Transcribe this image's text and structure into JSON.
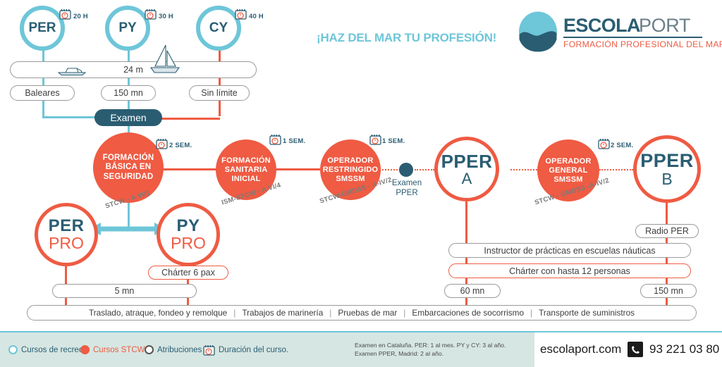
{
  "header": {
    "slogan": "¡HAZ DEL MAR TU PROFESIÓN!",
    "brand_main": "ESCOLA",
    "brand_secondary": "PORT",
    "brand_tagline": "FORMACIÓN PROFESIONAL DEL MAR",
    "logo_icon": "wave-circle-logo"
  },
  "colors": {
    "blue": "#6ec6d9",
    "dark_blue": "#2a5d72",
    "red": "#ef5b43",
    "grey": "#9a9a9a",
    "footer_band": "#d6e6e2"
  },
  "recreational": {
    "courses": [
      {
        "code": "PER",
        "duration": "20 H",
        "limit": "Baleares",
        "icon": "calendar-clock-icon"
      },
      {
        "code": "PY",
        "duration": "30 H",
        "limit": "150 mn",
        "icon": "calendar-clock-icon"
      },
      {
        "code": "CY",
        "duration": "40 H",
        "limit": "Sin límite",
        "icon": "calendar-clock-icon"
      }
    ],
    "length_bar": "24 m",
    "motorboat_icon": "motorboat-icon",
    "sailboat_icon": "sailboat-icon",
    "exam_label": "Examen"
  },
  "stcw": {
    "nodes": [
      {
        "id": "formacion-basica-seguridad",
        "lines": [
          "FORMACIÓN",
          "BÁSICA EN",
          "SEGURIDAD"
        ],
        "duration": "2 SEM.",
        "code": "STCW - A VI/1",
        "icon": "calendar-clock-icon"
      },
      {
        "id": "formacion-sanitaria-inicial",
        "lines": [
          "FORMACIÓN",
          "SANITARIA",
          "INICIAL"
        ],
        "duration": "1 SEM.",
        "code": "ISM-STCW - A VI/4",
        "icon": "calendar-clock-icon"
      },
      {
        "id": "operador-restringido-smssm",
        "lines": [
          "OPERADOR",
          "RESTRINGIDO",
          "SMSSM"
        ],
        "duration": "1 SEM.",
        "code": "STCW-GMDSS - A-IV/2",
        "icon": "calendar-clock-icon"
      },
      {
        "id": "operador-general-smssm",
        "lines": [
          "OPERADOR",
          "GENERAL",
          "SMSSM"
        ],
        "duration": "2 SEM.",
        "code": "STCW - GMDSS -A-IV/2",
        "icon": "calendar-clock-icon"
      }
    ],
    "exam_pper": {
      "line1": "Examen",
      "line2": "PPER"
    }
  },
  "pro_titles": [
    {
      "id": "per-pro",
      "main": "PER",
      "sub": "PRO"
    },
    {
      "id": "py-pro",
      "main": "PY",
      "sub": "PRO"
    },
    {
      "id": "pper-a",
      "main": "PPER",
      "sub": "A"
    },
    {
      "id": "pper-b",
      "main": "PPER",
      "sub": "B"
    }
  ],
  "attributions": {
    "charter_6": "Chárter 6 pax",
    "miles_5": "5 mn",
    "radio_per": "Radio PER",
    "instructor": "Instructor de prácticas en escuelas náuticas",
    "charter_12": "Chárter con hasta 12 personas",
    "miles_60": "60 mn",
    "miles_150": "150 mn",
    "bottom_bar_items": [
      "Traslado, atraque, fondeo y remolque",
      "Trabajos de marinería",
      "Pruebas de mar",
      "Embarcaciones de socorrismo",
      "Transporte de suministros"
    ],
    "separator": "|"
  },
  "legend": {
    "items": [
      {
        "label": "Cursos de recreo",
        "marker": "ring-blue"
      },
      {
        "label": "Cursos STCW",
        "marker": "fill-red"
      },
      {
        "label": "Atribuciones",
        "marker": "ring-grey"
      },
      {
        "label": "Duración del curso.",
        "marker": "calendar-clock-icon"
      }
    ]
  },
  "footer": {
    "note_line1": "Examen en Cataluña. PER: 1 al mes. PY y CY: 3 al año.",
    "note_line2": "Examen PPER, Madrid: 2 al año.",
    "website": "escolaport.com",
    "phone": "93 221 03 80",
    "phone_icon": "phone-icon"
  }
}
